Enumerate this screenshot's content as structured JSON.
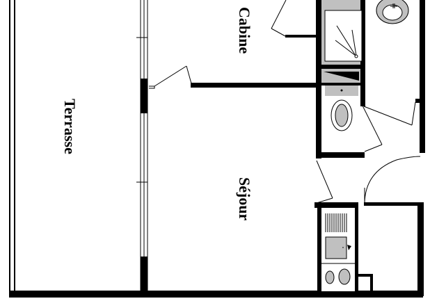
{
  "plan": {
    "rooms": [
      {
        "id": "terrasse",
        "label": "Terrasse"
      },
      {
        "id": "cabine",
        "label": "Cabine"
      },
      {
        "id": "sejour",
        "label": "Séjour"
      }
    ],
    "fixtures": [
      {
        "id": "shower",
        "label": "shower"
      },
      {
        "id": "washbasin",
        "label": "washbasin"
      },
      {
        "id": "toilet",
        "label": "toilet"
      },
      {
        "id": "cistern",
        "label": "cistern"
      },
      {
        "id": "sink",
        "label": "kitchen sink"
      },
      {
        "id": "hob",
        "label": "hob"
      },
      {
        "id": "drainer",
        "label": "drainer"
      }
    ],
    "colors": {
      "wall": "#000000",
      "fixture_fill": "#c0c0c0",
      "background": "#ffffff"
    }
  }
}
